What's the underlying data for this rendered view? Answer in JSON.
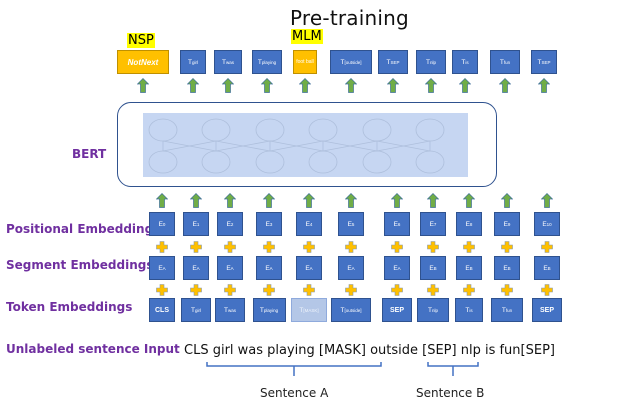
{
  "title": "Pre-training",
  "tags": {
    "nsp": "NSP",
    "mlm": "MLM"
  },
  "bert_label": "BERT",
  "row_labels": {
    "positional": "Positional Embeddings",
    "segment": "Segment Embeddings",
    "token": "Token Embeddings",
    "input": "Unlabeled sentence Input"
  },
  "outputs": [
    {
      "main": "NotNext",
      "sub": "",
      "style": "orange-nsp"
    },
    {
      "main": "T",
      "sub": "girl",
      "style": "blue"
    },
    {
      "main": "T",
      "sub": "was",
      "style": "blue"
    },
    {
      "main": "T",
      "sub": "playing",
      "style": "blue"
    },
    {
      "main": "foot ball",
      "sub": "",
      "style": "orange-mlm"
    },
    {
      "main": "T",
      "sub": "[outside]",
      "style": "blue"
    },
    {
      "main": "T",
      "sub": "SEP",
      "style": "blue"
    },
    {
      "main": "T",
      "sub": "nlp",
      "style": "blue"
    },
    {
      "main": "T",
      "sub": "is",
      "style": "blue"
    },
    {
      "main": "T",
      "sub": "fun",
      "style": "blue"
    },
    {
      "main": "T",
      "sub": "SEP",
      "style": "blue"
    }
  ],
  "positional": [
    {
      "main": "E",
      "sub": "0"
    },
    {
      "main": "E",
      "sub": "1"
    },
    {
      "main": "E",
      "sub": "2"
    },
    {
      "main": "E",
      "sub": "3"
    },
    {
      "main": "E",
      "sub": "4"
    },
    {
      "main": "E",
      "sub": "5"
    },
    {
      "main": "E",
      "sub": "6"
    },
    {
      "main": "E",
      "sub": "7"
    },
    {
      "main": "E",
      "sub": "8"
    },
    {
      "main": "E",
      "sub": "9"
    },
    {
      "main": "E",
      "sub": "10"
    }
  ],
  "segment": [
    {
      "main": "E",
      "sub": "A"
    },
    {
      "main": "E",
      "sub": "A"
    },
    {
      "main": "E",
      "sub": "A"
    },
    {
      "main": "E",
      "sub": "A"
    },
    {
      "main": "E",
      "sub": "A"
    },
    {
      "main": "E",
      "sub": "A"
    },
    {
      "main": "E",
      "sub": "A"
    },
    {
      "main": "E",
      "sub": "B"
    },
    {
      "main": "E",
      "sub": "B"
    },
    {
      "main": "E",
      "sub": "B"
    },
    {
      "main": "E",
      "sub": "B"
    }
  ],
  "tokens": [
    {
      "main": "CLS",
      "sub": "",
      "style": "bold"
    },
    {
      "main": "T",
      "sub": "girl",
      "style": "blue"
    },
    {
      "main": "T",
      "sub": "was",
      "style": "blue"
    },
    {
      "main": "T",
      "sub": "playing",
      "style": "blue"
    },
    {
      "main": "T",
      "sub": "[MASK]",
      "style": "light"
    },
    {
      "main": "T",
      "sub": "[outside]",
      "style": "blue"
    },
    {
      "main": "SEP",
      "sub": "",
      "style": "bold"
    },
    {
      "main": "T",
      "sub": "nlp",
      "style": "blue"
    },
    {
      "main": "T",
      "sub": "is",
      "style": "blue"
    },
    {
      "main": "T",
      "sub": "fun",
      "style": "blue"
    },
    {
      "main": "SEP",
      "sub": "",
      "style": "bold"
    }
  ],
  "sentence": "CLS girl was playing [MASK] outside [SEP] nlp is fun[SEP]",
  "sentence_a": "Sentence A",
  "sentence_b": "Sentence B",
  "colors": {
    "box_blue": "#4472c4",
    "box_orange": "#ffc000",
    "box_light": "#b4c7e7",
    "arrow_green": "#70ad47",
    "plus_yellow": "#ffc000",
    "label_purple": "#7030a0",
    "highlight": "#ffff00"
  }
}
